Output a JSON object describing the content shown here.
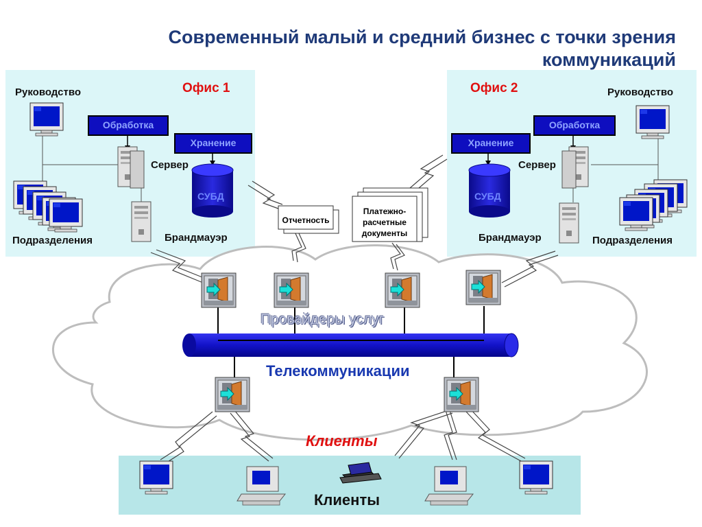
{
  "title": "Современный малый и средний бизнес с точки зрения коммуникаций",
  "office1": {
    "title": "Офис 1",
    "management": "Руководство",
    "departments": "Подразделения",
    "processing": "Обработка",
    "storage": "Хранение",
    "server": "Сервер",
    "dbms": "СУБД",
    "firewall": "Брандмауэр"
  },
  "office2": {
    "title": "Офис 2",
    "management": "Руководство",
    "departments": "Подразделения",
    "processing": "Обработка",
    "storage": "Хранение",
    "server": "Сервер",
    "dbms": "СУБД",
    "firewall": "Брандмауэр"
  },
  "documents": {
    "reporting": "Отчетность",
    "payment": [
      "Платежно-",
      "расчетные",
      "документы"
    ]
  },
  "network": {
    "providers": "Провайдеры услуг",
    "telecom": "Телекоммуникации",
    "clients_cloud": "Клиенты",
    "clients_bar": "Клиенты"
  },
  "colors": {
    "title": "#1f3a78",
    "office_bg": "#dcf6f8",
    "clients_bg": "#b7e6e8",
    "accent_red": "#e01010",
    "bus_blue": "#1414d8",
    "box_blue": "#0e0ebf"
  }
}
